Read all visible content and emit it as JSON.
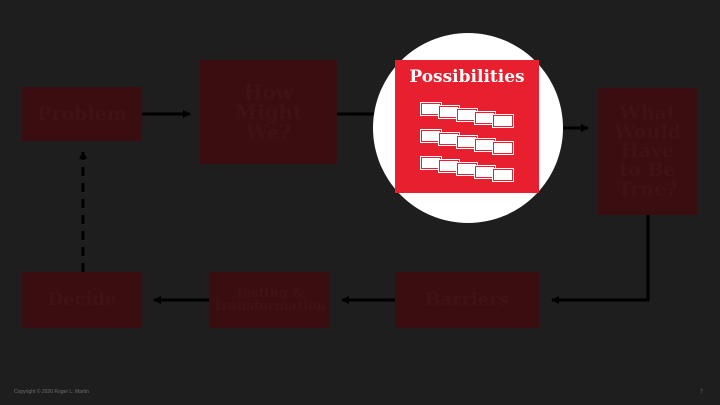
{
  "diagram": {
    "nodes": {
      "problem": "Problem",
      "how_might_we": "How\nMight\nWe?",
      "possibilities": "Possibilities",
      "what_would_have_to_be_true": "What\nWould\nHave\nto Be\nTrue?",
      "barriers": "Barriers",
      "testing_transformation": "Testing &\nTransformation",
      "decide": "Decide"
    },
    "highlighted_node": "possibilities",
    "colors": {
      "background": "#1e1e1e",
      "dim_box": "#3a0e10",
      "dim_text": "#3f1316",
      "highlight_box": "#e81f2f",
      "highlight_circle": "#ffffff",
      "arrow": "#000000"
    },
    "possibility_icon": "stacked-cards-icon"
  },
  "footer": {
    "copyright": "Copyright © 2020 Roger L. Martin",
    "page_number": "7"
  }
}
